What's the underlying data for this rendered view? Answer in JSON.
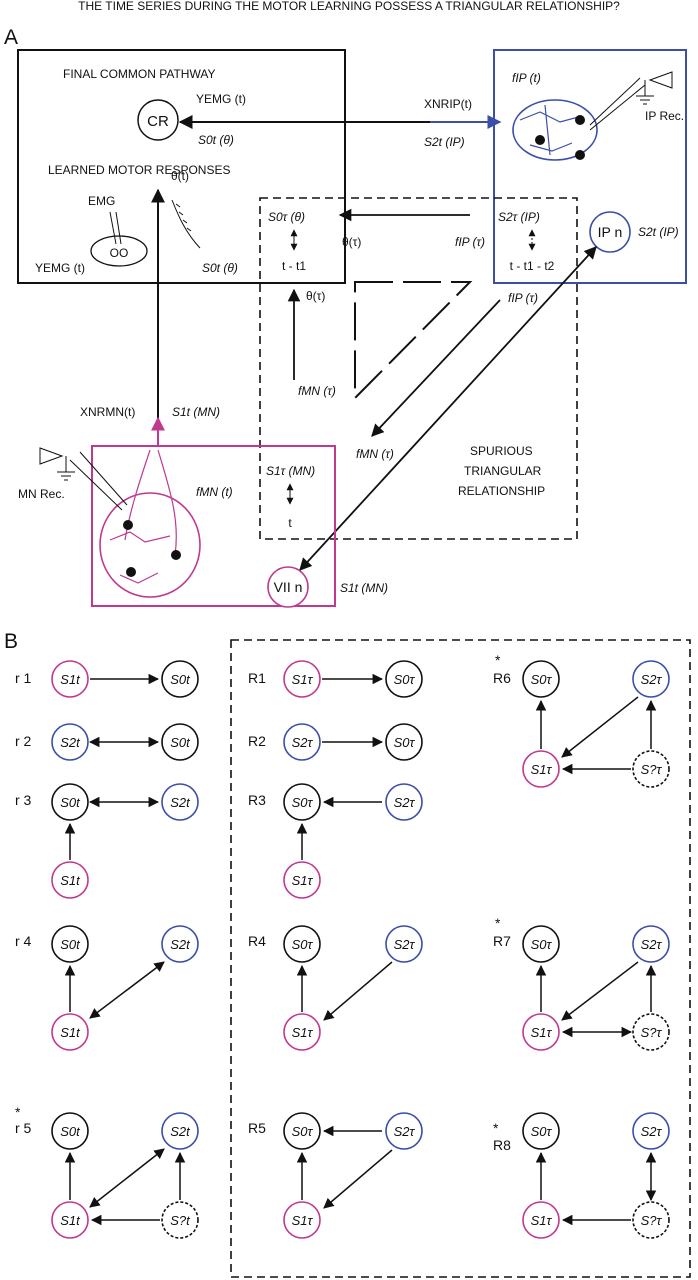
{
  "title": "THE TIME SERIES DURING THE MOTOR LEARNING POSSESS A TRIANGULAR RELATIONSHIP?",
  "colors": {
    "black": "#111111",
    "pink": "#c0398f",
    "blue": "#3b4ea8"
  },
  "panelA": {
    "letter": "A",
    "final_common_pathway": "FINAL COMMON PATHWAY",
    "cr": "CR",
    "yemg_t": "YEMG (t)",
    "s0_theta": "S0t (θ)",
    "learned_motor": "LEARNED MOTOR RESPONSES",
    "emg": "EMG",
    "oo": "OO",
    "theta_t": "θ(t)",
    "yemg_t2": "YEMG (t)",
    "s0_theta2": "S0t (θ)",
    "xnr_ip": "XNRIP(t)",
    "s2_ip": "S2t (IP)",
    "f_ip_t": "fIP (t)",
    "ip_rec": "IP Rec.",
    "ipn": "IP n",
    "s2t_ip_right": "S2t (IP)",
    "s0tau_theta": "S0τ (θ)",
    "t_t1": "t - t1",
    "theta_tau": "θ(τ)",
    "f_ip_tau": "fIP (τ)",
    "s2tau_ip": "S2τ (IP)",
    "t_t1_t2": "t - t1 - t2",
    "theta_tau2": "θ(τ)",
    "f_ip_tau2": "fIP (τ)",
    "f_mn_tau": "fMN (τ)",
    "f_mn_tau2": "fMN (τ)",
    "spurious": [
      "SPURIOUS",
      "TRIANGULAR",
      "RELATIONSHIP"
    ],
    "xnr_mn": "XNRMN(t)",
    "s1_mn": "S1t (MN)",
    "mn_rec": "MN Rec.",
    "f_mn_t": "fMN (t)",
    "s1tau_mn": "S1τ (MN)",
    "t": "t",
    "viin": "VII n",
    "s1t_mn_bottom": "S1t (MN)"
  },
  "panelB": {
    "letter": "B",
    "rows_left": [
      "r 1",
      "r 2",
      "r 3",
      "r 4",
      "r 5"
    ],
    "rows_mid": [
      "R1",
      "R2",
      "R3",
      "R4",
      "R5"
    ],
    "rows_right": [
      "R6",
      "R7",
      "R8"
    ],
    "star": "*",
    "node_labels": {
      "s1t": "S1t",
      "s0t": "S0t",
      "s2t": "S2t",
      "sqt": "S?t",
      "s1tau": "S1τ",
      "s0tau": "S0τ",
      "s2tau": "S2τ",
      "sqtau": "S?τ"
    }
  }
}
